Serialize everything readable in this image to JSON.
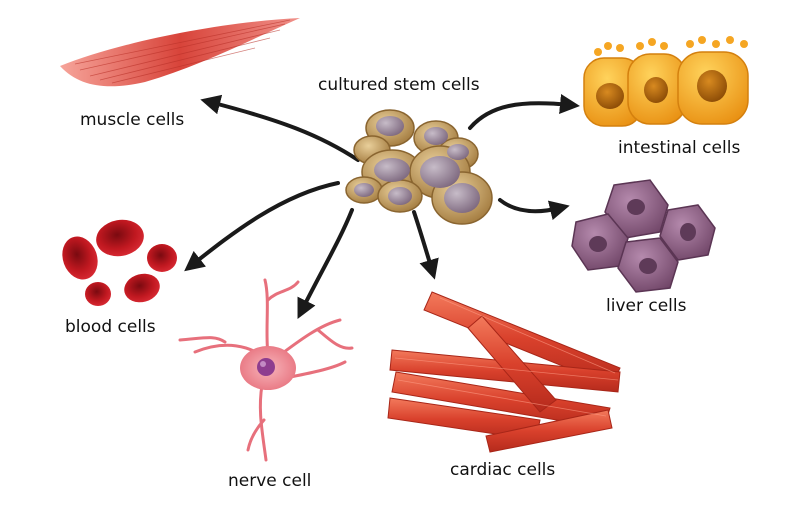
{
  "diagram": {
    "center_label": "cultured stem cells",
    "targets": [
      {
        "id": "muscle",
        "label": "muscle cells"
      },
      {
        "id": "intestinal",
        "label": "intestinal cells"
      },
      {
        "id": "blood",
        "label": "blood cells"
      },
      {
        "id": "liver",
        "label": "liver cells"
      },
      {
        "id": "nerve",
        "label": "nerve cell"
      },
      {
        "id": "cardiac",
        "label": "cardiac cells"
      }
    ]
  },
  "colors": {
    "arrow": "#1a1a1a",
    "stem_cell_body": "#c9a26a",
    "stem_cell_nucleus": "#9b8a9c",
    "muscle": "#d9453a",
    "intestinal": "#f5a623",
    "blood": "#c4131b",
    "liver": "#8a5a7f",
    "nerve": "#f08b94",
    "cardiac": "#e8523a"
  }
}
